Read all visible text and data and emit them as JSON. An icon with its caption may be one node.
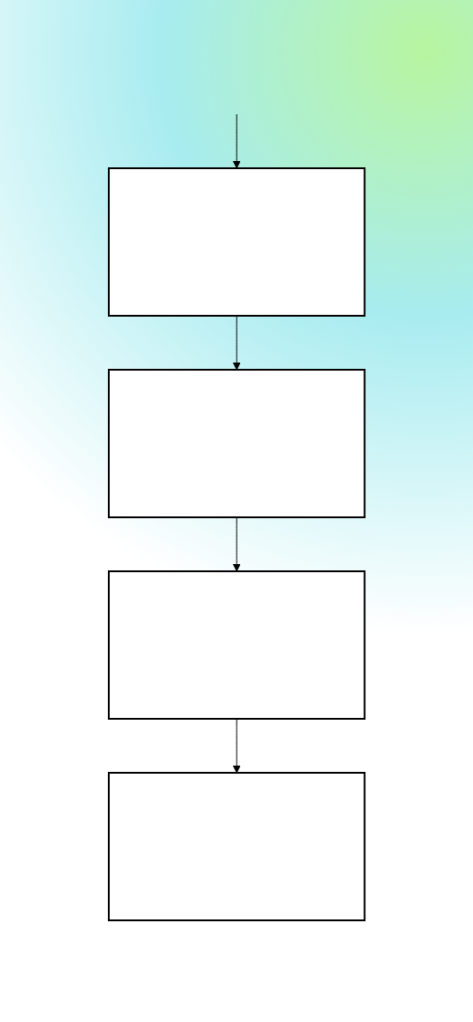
{
  "diagram": {
    "nodes": [
      {
        "text": [],
        "shape": "box"
      },
      {
        "text": [],
        "shape": "box"
      },
      {
        "text": [],
        "shape": "box"
      },
      {
        "text": [],
        "shape": "box"
      }
    ],
    "edges": [
      {
        "from": null,
        "to": 0,
        "arrow": "to"
      },
      {
        "from": 0,
        "to": 1,
        "arrow": "to"
      },
      {
        "from": 1,
        "to": 2,
        "arrow": "to"
      },
      {
        "from": 2,
        "to": 3,
        "arrow": "to"
      }
    ]
  }
}
